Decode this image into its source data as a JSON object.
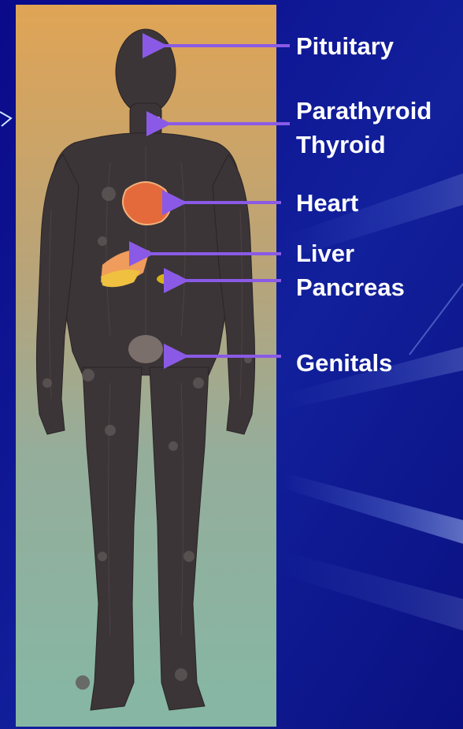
{
  "slide": {
    "background_colors": [
      "#0a0a8a",
      "#1f2fb0",
      "#4f6bd0"
    ]
  },
  "figure": {
    "icon": "human-body-with-endocrine-glands",
    "panel_gradient": [
      "#e0a455",
      "#86b7a5"
    ],
    "skin_color": "#3b3538"
  },
  "arrow_color": "#8a5ae6",
  "labels": {
    "pituitary": "Pituitary",
    "parathyroid": "Parathyroid",
    "thyroid": "Thyroid",
    "heart": "Heart",
    "liver": "Liver",
    "pancreas": "Pancreas",
    "genitals": "Genitals"
  }
}
